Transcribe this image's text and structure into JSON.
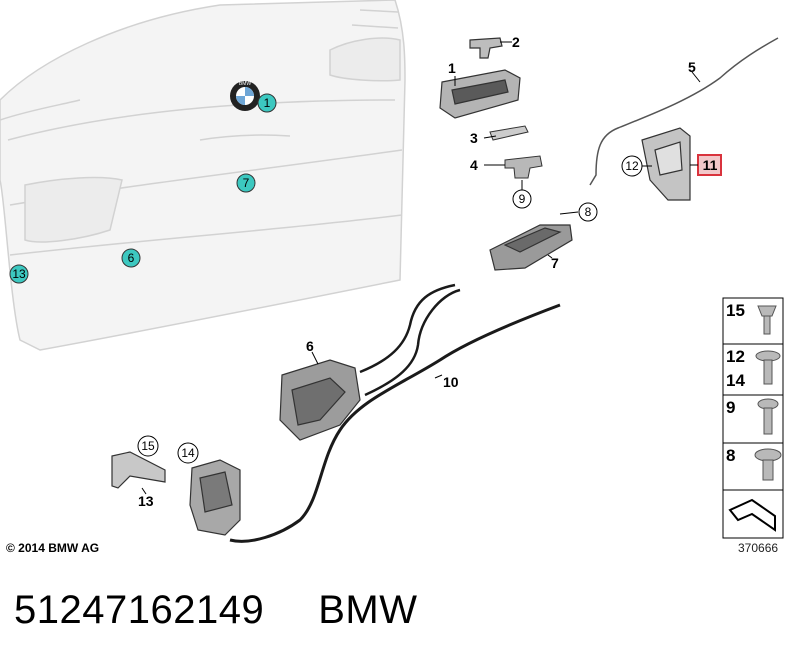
{
  "copyright": "© 2014 BMW AG",
  "diagram_number": "370666",
  "part_number": "51247162149",
  "brand": "BMW",
  "logo_text": "BMW",
  "teal_callouts": [
    "1",
    "7",
    "6",
    "13"
  ],
  "callouts": {
    "c2": "2",
    "c1": "1",
    "c3": "3",
    "c4": "4",
    "c9": "9",
    "c8": "8",
    "c7": "7",
    "c5": "5",
    "c12": "12",
    "c11": "11",
    "c6": "6",
    "c10": "10",
    "c15": "15",
    "c14": "14",
    "c13": "13"
  },
  "legend": [
    "15",
    "12",
    "14",
    "9",
    "8"
  ],
  "colors": {
    "teal": "#3cc8c0",
    "highlight": "#e8464e",
    "body_fill": "#f3f3f3"
  }
}
